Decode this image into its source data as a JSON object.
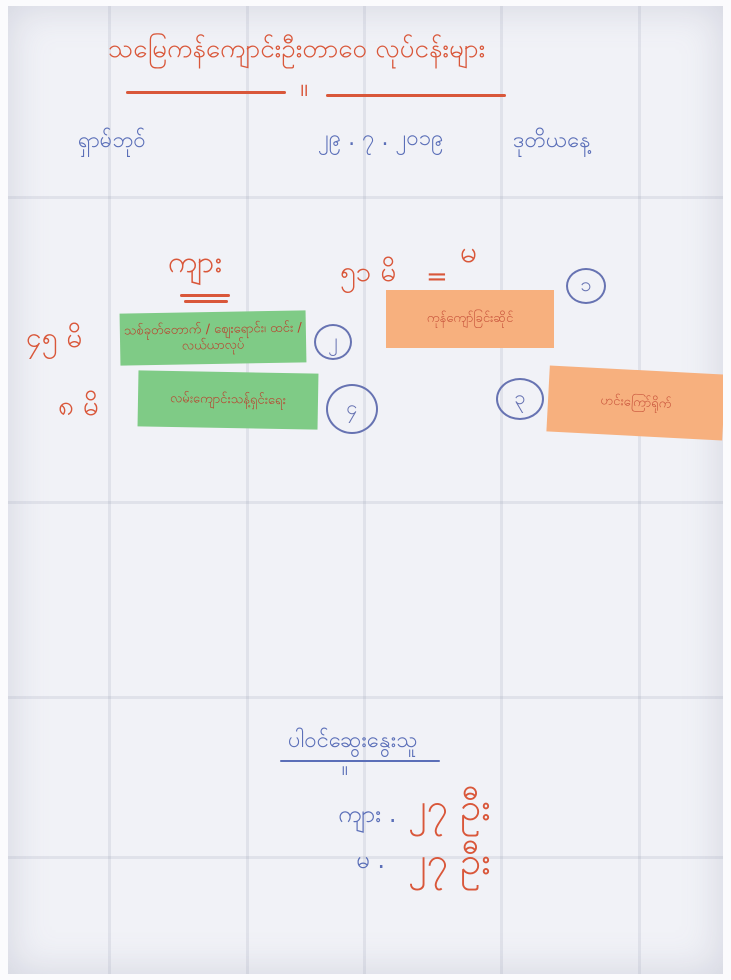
{
  "title": "သမြေကန်ကျောင်းဦးတာဝေ လုပ်ငန်းများ",
  "title_separator": "॥",
  "header": {
    "location": "ရှာမ်ဘုဝ်",
    "date": "၂၉ . ၇ . ၂၀၁၉",
    "day": "ဒုတိယနေ့"
  },
  "groups": {
    "men": "ကျား",
    "women": "မ",
    "equals": "="
  },
  "rows": [
    {
      "label": "၄၅ မိ",
      "note": "သစ်ခုတ်တောက် / ဈေးရောင်း၊ ထင်း / လယ်ယာလုပ်",
      "number": "၂"
    },
    {
      "label": "၈ မိ",
      "note": "လမ်းကျောင်းသန့်ရှင်းရေး",
      "number": "၄"
    }
  ],
  "women_row": {
    "label": "၅၁ မိ"
  },
  "women_notes": [
    {
      "note": "ကုန်ကျော်ခြင်းဆိုင်",
      "number": "၁"
    },
    {
      "note": "ဟင်းကြော်ရိုက်",
      "number": "၃"
    }
  ],
  "participants": {
    "heading": "ပါဝင်ဆွေးနွေးသူ",
    "separator": "॥",
    "men_label": "ကျား .",
    "men_count": "၂၇ ဦး",
    "women_label": "မ .",
    "women_count": "၂၇ ဦး"
  }
}
